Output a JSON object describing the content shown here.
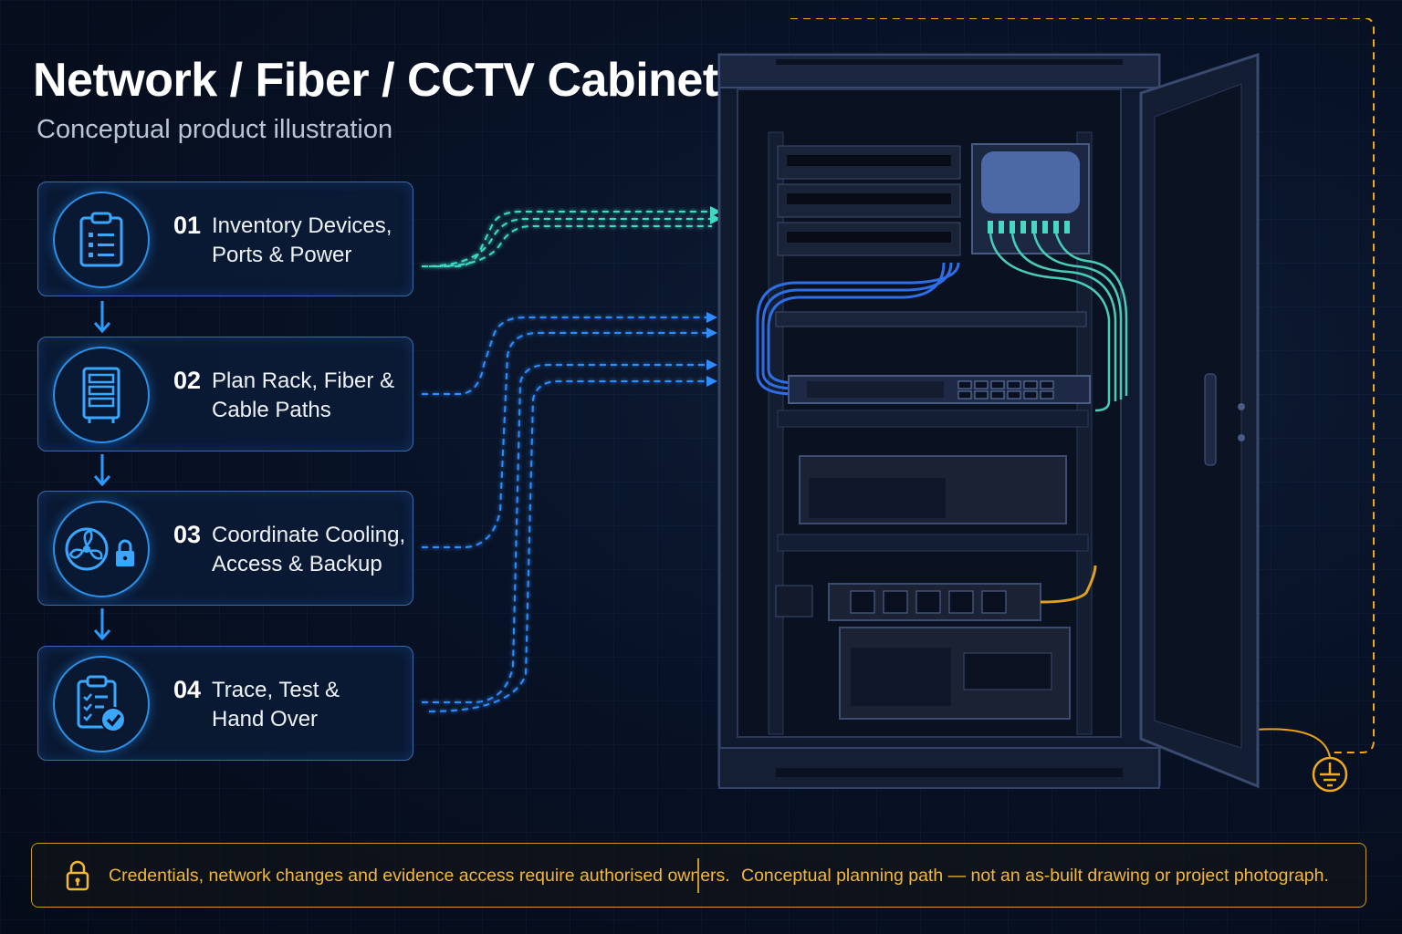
{
  "header": {
    "title": "Network / Fiber / CCTV Cabinet",
    "subtitle": "Conceptual product illustration"
  },
  "steps": [
    {
      "number": "01",
      "text_line1": "Inventory Devices,",
      "text_line2": "Ports & Power",
      "icon": "clipboard-list-icon"
    },
    {
      "number": "02",
      "text_line1": "Plan Rack, Fiber &",
      "text_line2": "Cable Paths",
      "icon": "server-rack-icon"
    },
    {
      "number": "03",
      "text_line1": "Coordinate Cooling,",
      "text_line2": "Access & Backup",
      "icon": "fan-lock-icon"
    },
    {
      "number": "04",
      "text_line1": "Trace, Test &",
      "text_line2": "Hand Over",
      "icon": "checklist-verified-icon"
    }
  ],
  "footer": {
    "left_note": "Credentials, network changes and evidence access require authorised owners.",
    "right_note": "Conceptual planning path — not an as-built drawing or project photograph."
  },
  "colors": {
    "accent_blue": "#2b8fe6",
    "accent_teal": "#3fe0c0",
    "warning_amber": "#f2b83a",
    "background": "#081226"
  }
}
